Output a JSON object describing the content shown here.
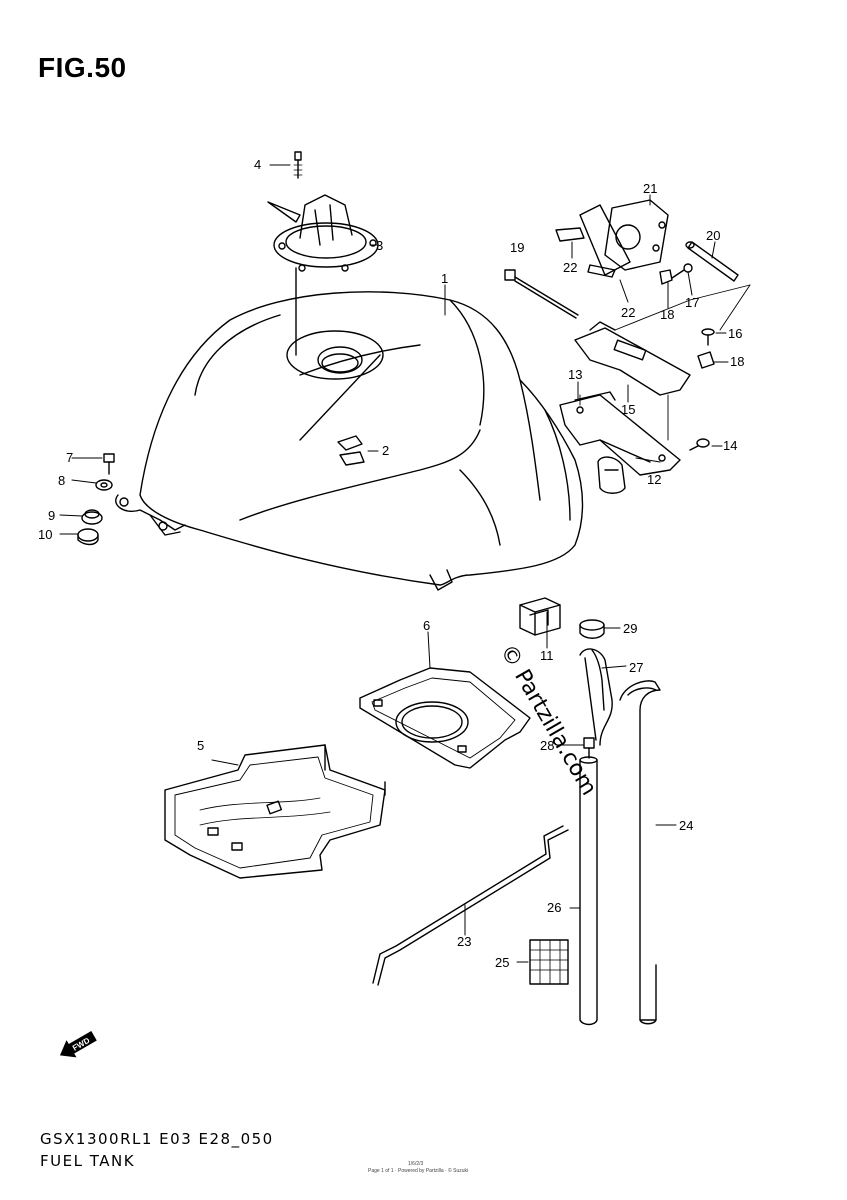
{
  "figure": {
    "title": "FIG.50",
    "caption_line1": "GSX1300RL1 E03 E28_050",
    "caption_line2": "FUEL TANK",
    "watermark": "© Partzilla.com",
    "footer_small_1": "1/6/2/3",
    "footer_small_2": "Page 1 of 1 · Powered by Partzilla · © Suzuki"
  },
  "callouts": [
    {
      "id": "1",
      "label": "1"
    },
    {
      "id": "2",
      "label": "2"
    },
    {
      "id": "3",
      "label": "3"
    },
    {
      "id": "4",
      "label": "4"
    },
    {
      "id": "5",
      "label": "5"
    },
    {
      "id": "6",
      "label": "6"
    },
    {
      "id": "7",
      "label": "7"
    },
    {
      "id": "8",
      "label": "8"
    },
    {
      "id": "9",
      "label": "9"
    },
    {
      "id": "10",
      "label": "10"
    },
    {
      "id": "11",
      "label": "11"
    },
    {
      "id": "12",
      "label": "12"
    },
    {
      "id": "13",
      "label": "13"
    },
    {
      "id": "14",
      "label": "14"
    },
    {
      "id": "15",
      "label": "15"
    },
    {
      "id": "16",
      "label": "16"
    },
    {
      "id": "17",
      "label": "17"
    },
    {
      "id": "18a",
      "label": "18"
    },
    {
      "id": "18b",
      "label": "18"
    },
    {
      "id": "19",
      "label": "19"
    },
    {
      "id": "20",
      "label": "20"
    },
    {
      "id": "21",
      "label": "21"
    },
    {
      "id": "22a",
      "label": "22"
    },
    {
      "id": "22b",
      "label": "22"
    },
    {
      "id": "23",
      "label": "23"
    },
    {
      "id": "24",
      "label": "24"
    },
    {
      "id": "25",
      "label": "25"
    },
    {
      "id": "26",
      "label": "26"
    },
    {
      "id": "27",
      "label": "27"
    },
    {
      "id": "28",
      "label": "28"
    },
    {
      "id": "29",
      "label": "29"
    }
  ],
  "fwd_arrow": {
    "label": "FWD",
    "icon": "fwd-arrow-icon"
  }
}
